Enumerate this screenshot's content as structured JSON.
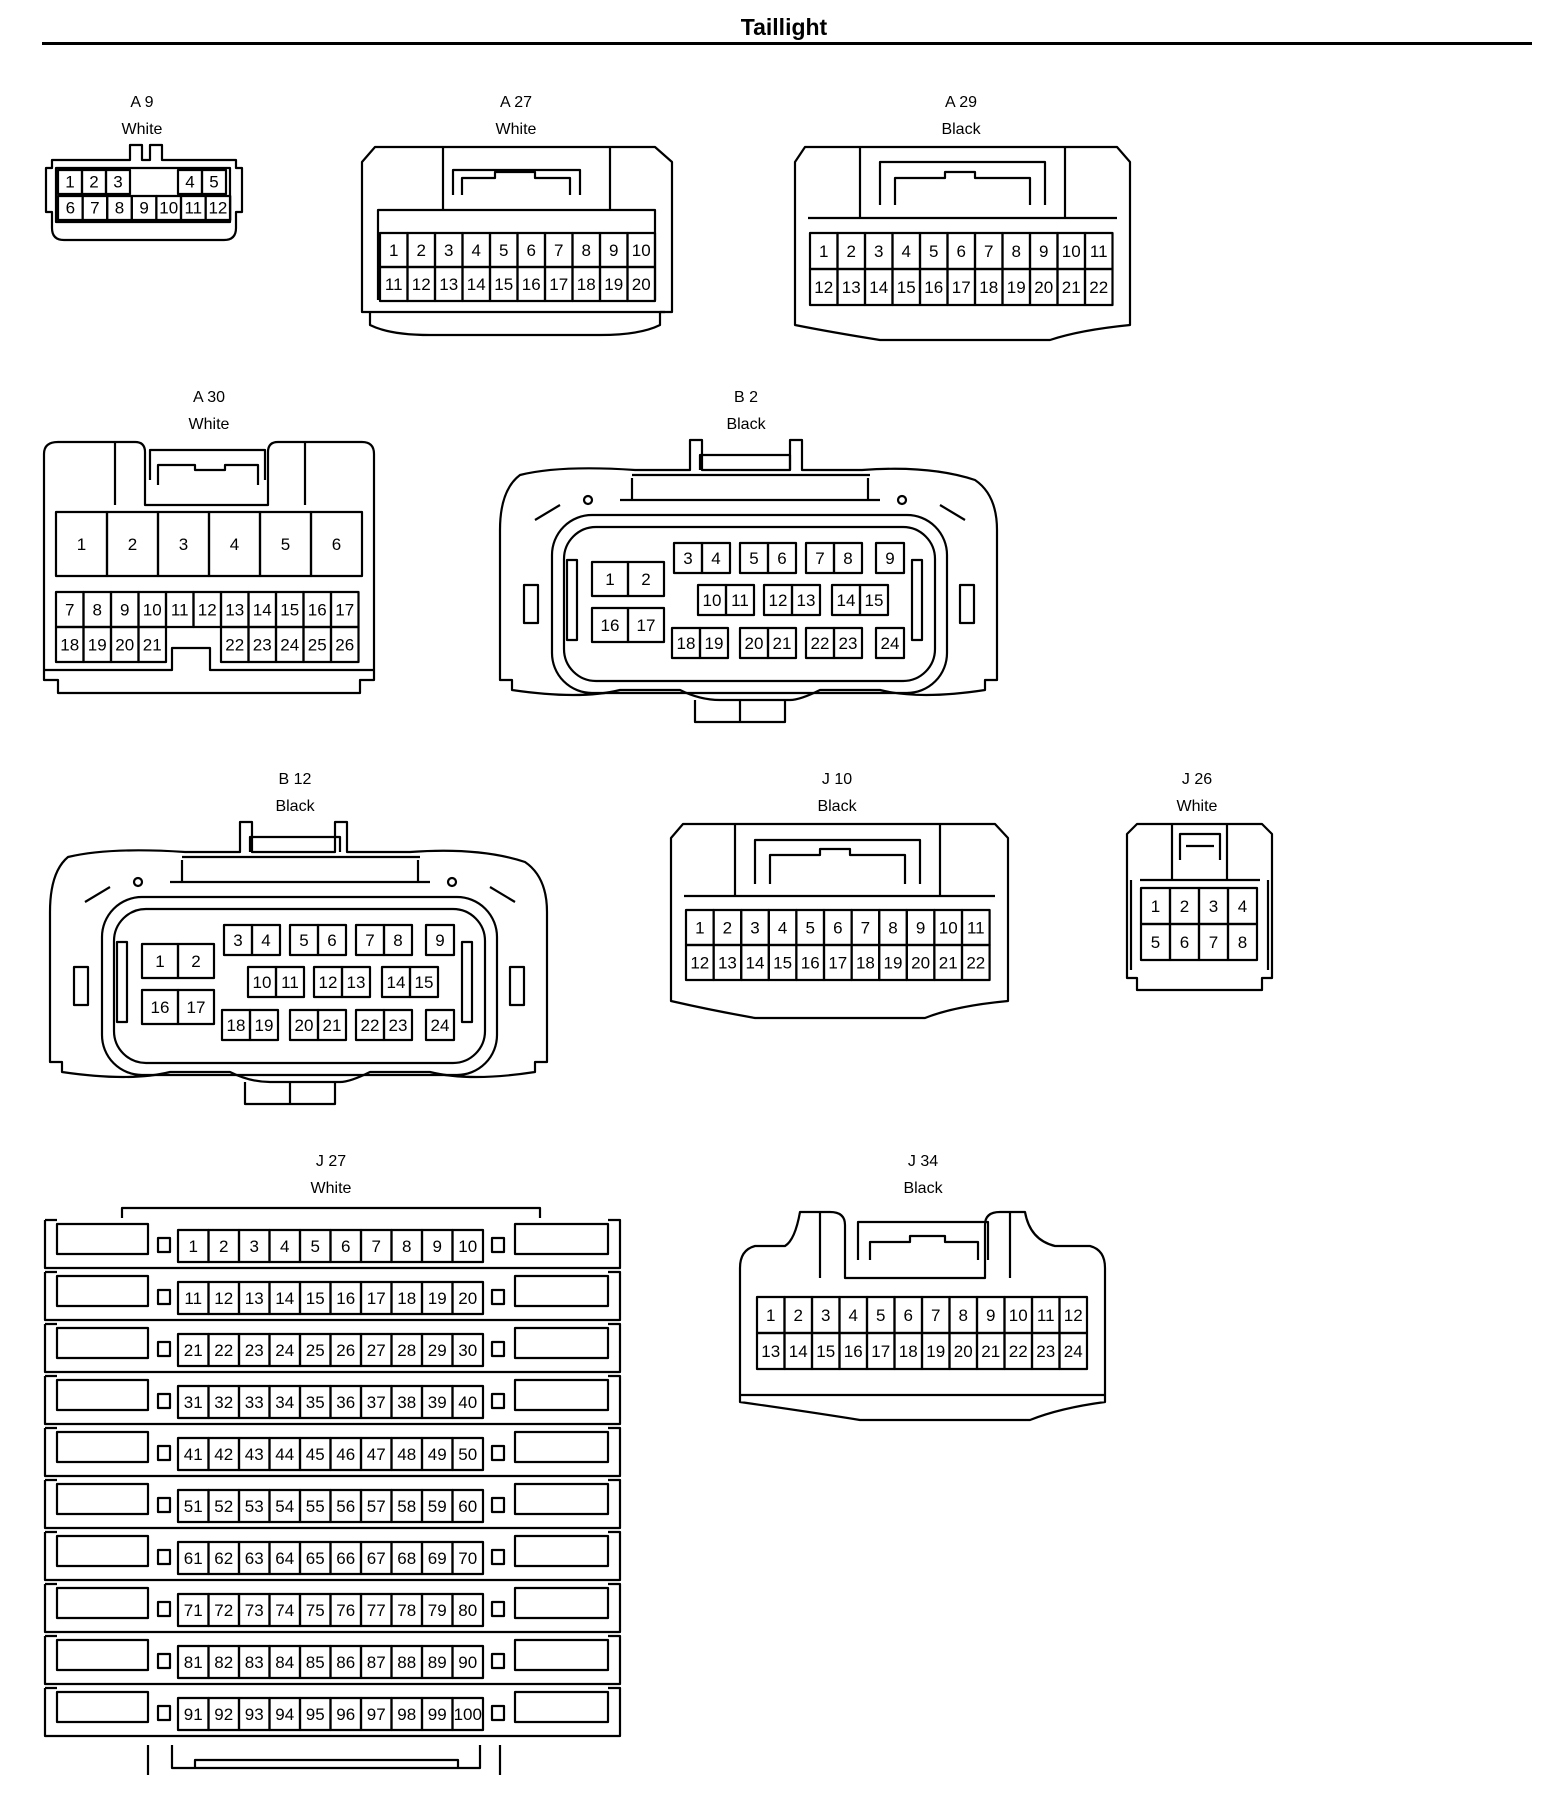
{
  "title": "Taillight",
  "connectors": [
    {
      "id": "A 9",
      "color": "White"
    },
    {
      "id": "A 27",
      "color": "White"
    },
    {
      "id": "A 29",
      "color": "Black"
    },
    {
      "id": "A 30",
      "color": "White"
    },
    {
      "id": "B 2",
      "color": "Black"
    },
    {
      "id": "B 12",
      "color": "Black"
    },
    {
      "id": "J 10",
      "color": "Black"
    },
    {
      "id": "J 26",
      "color": "White"
    },
    {
      "id": "J 27",
      "color": "White"
    },
    {
      "id": "J 34",
      "color": "Black"
    }
  ],
  "pins": {
    "A9": [
      [
        "1",
        "2",
        "3",
        "4",
        "5"
      ],
      [
        "6",
        "7",
        "8",
        "9",
        "10",
        "11",
        "12"
      ]
    ],
    "A27": [
      [
        "1",
        "2",
        "3",
        "4",
        "5",
        "6",
        "7",
        "8",
        "9",
        "10"
      ],
      [
        "11",
        "12",
        "13",
        "14",
        "15",
        "16",
        "17",
        "18",
        "19",
        "20"
      ]
    ],
    "A29": [
      [
        "1",
        "2",
        "3",
        "4",
        "5",
        "6",
        "7",
        "8",
        "9",
        "10",
        "11"
      ],
      [
        "12",
        "13",
        "14",
        "15",
        "16",
        "17",
        "18",
        "19",
        "20",
        "21",
        "22"
      ]
    ],
    "A30": [
      [
        "1",
        "2",
        "3",
        "4",
        "5",
        "6"
      ],
      [
        "7",
        "8",
        "9",
        "10",
        "11",
        "12",
        "13",
        "14",
        "15",
        "16",
        "17"
      ],
      [
        "18",
        "19",
        "20",
        "21",
        "22",
        "23",
        "24",
        "25",
        "26"
      ]
    ],
    "B2": [
      [
        "3",
        "4",
        "5",
        "6",
        "7",
        "8",
        "9"
      ],
      [
        "1",
        "2",
        "10",
        "11",
        "12",
        "13",
        "14",
        "15"
      ],
      [
        "16",
        "17",
        "18",
        "19",
        "20",
        "21",
        "22",
        "23",
        "24"
      ]
    ],
    "B12": [
      [
        "3",
        "4",
        "5",
        "6",
        "7",
        "8",
        "9"
      ],
      [
        "1",
        "2",
        "10",
        "11",
        "12",
        "13",
        "14",
        "15"
      ],
      [
        "16",
        "17",
        "18",
        "19",
        "20",
        "21",
        "22",
        "23",
        "24"
      ]
    ],
    "J10": [
      [
        "1",
        "2",
        "3",
        "4",
        "5",
        "6",
        "7",
        "8",
        "9",
        "10",
        "11"
      ],
      [
        "12",
        "13",
        "14",
        "15",
        "16",
        "17",
        "18",
        "19",
        "20",
        "21",
        "22"
      ]
    ],
    "J26": [
      [
        "1",
        "2",
        "3",
        "4"
      ],
      [
        "5",
        "6",
        "7",
        "8"
      ]
    ],
    "J27": [
      [
        "1",
        "2",
        "3",
        "4",
        "5",
        "6",
        "7",
        "8",
        "9",
        "10"
      ],
      [
        "11",
        "12",
        "13",
        "14",
        "15",
        "16",
        "17",
        "18",
        "19",
        "20"
      ],
      [
        "21",
        "22",
        "23",
        "24",
        "25",
        "26",
        "27",
        "28",
        "29",
        "30"
      ],
      [
        "31",
        "32",
        "33",
        "34",
        "35",
        "36",
        "37",
        "38",
        "39",
        "40"
      ],
      [
        "41",
        "42",
        "43",
        "44",
        "45",
        "46",
        "47",
        "48",
        "49",
        "50"
      ],
      [
        "51",
        "52",
        "53",
        "54",
        "55",
        "56",
        "57",
        "58",
        "59",
        "60"
      ],
      [
        "61",
        "62",
        "63",
        "64",
        "65",
        "66",
        "67",
        "68",
        "69",
        "70"
      ],
      [
        "71",
        "72",
        "73",
        "74",
        "75",
        "76",
        "77",
        "78",
        "79",
        "80"
      ],
      [
        "81",
        "82",
        "83",
        "84",
        "85",
        "86",
        "87",
        "88",
        "89",
        "90"
      ],
      [
        "91",
        "92",
        "93",
        "94",
        "95",
        "96",
        "97",
        "98",
        "99",
        "100"
      ]
    ],
    "J34": [
      [
        "1",
        "2",
        "3",
        "4",
        "5",
        "6",
        "7",
        "8",
        "9",
        "10",
        "11",
        "12"
      ],
      [
        "13",
        "14",
        "15",
        "16",
        "17",
        "18",
        "19",
        "20",
        "21",
        "22",
        "23",
        "24"
      ]
    ]
  }
}
